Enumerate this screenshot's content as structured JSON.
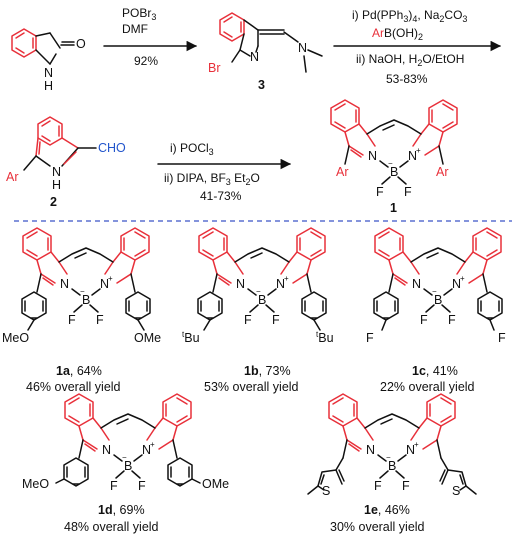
{
  "step1": {
    "reagent_line1": "POBr",
    "reagent_line1_sub": "3",
    "reagent_line2": "DMF",
    "yield": "92%",
    "start_atoms": {
      "N": "N",
      "H": "H",
      "O": "O"
    },
    "product_atoms": {
      "Br": "Br",
      "N_ring": "N",
      "N_amine": "N"
    },
    "product_label": "3"
  },
  "step2": {
    "cond1": "i) Pd(PPh",
    "cond1_sub": "3",
    "cond1_rest": ")",
    "cond1_sub2": "4",
    "cond1_tail": ", Na",
    "cond1_sub3": "2",
    "cond1_tail2": "CO",
    "cond1_sub4": "3",
    "cond2_ar": "Ar",
    "cond2_rest": "B(OH)",
    "cond2_sub": "2",
    "cond3": "ii) NaOH, H",
    "cond3_sub": "2",
    "cond3_rest": "O/EtOH",
    "yield": "53-83%"
  },
  "step3": {
    "cond1": "i) POCl",
    "cond1_sub": "3",
    "cond2": "ii) DIPA, BF",
    "cond2_sub": "3",
    "cond2_rest": " Et",
    "cond2_sub2": "2",
    "cond2_tail": "O",
    "yield": "41-73%",
    "start_atoms": {
      "Ar": "Ar",
      "N": "N",
      "H": "H",
      "CHO": "CHO"
    },
    "start_label": "2",
    "product_label": "1",
    "product_atoms": {
      "N1": "N",
      "N2": "N",
      "B": "B",
      "plus": "+",
      "minus": "−",
      "F1": "F",
      "F2": "F",
      "Ar1": "Ar",
      "Ar2": "Ar"
    }
  },
  "products": [
    {
      "id": "1a",
      "yield": ", 64%",
      "overall": "46% overall yield",
      "sub1": "MeO",
      "sub2": "OMe"
    },
    {
      "id": "1b",
      "yield": ", 73%",
      "overall": "53% overall yield",
      "sub1_sup": "t",
      "sub1": "Bu",
      "sub2_sup": "t",
      "sub2": "Bu"
    },
    {
      "id": "1c",
      "yield": ", 41%",
      "overall": "22% overall yield",
      "sub1": "F",
      "sub2": "F"
    },
    {
      "id": "1d",
      "yield": ", 69%",
      "overall": "48% overall yield",
      "sub1": "MeO",
      "sub2": "OMe"
    },
    {
      "id": "1e",
      "yield": ", 46%",
      "overall": "30% overall yield",
      "sub1": "S",
      "sub2": "S"
    }
  ],
  "core_atoms": {
    "N": "N",
    "B": "B",
    "F": "F",
    "plus": "+",
    "minus": "−"
  },
  "colors": {
    "highlight": "#e8303a",
    "aldehyde": "#2255cc",
    "divider": "#3a55c8",
    "ink": "#111111"
  }
}
